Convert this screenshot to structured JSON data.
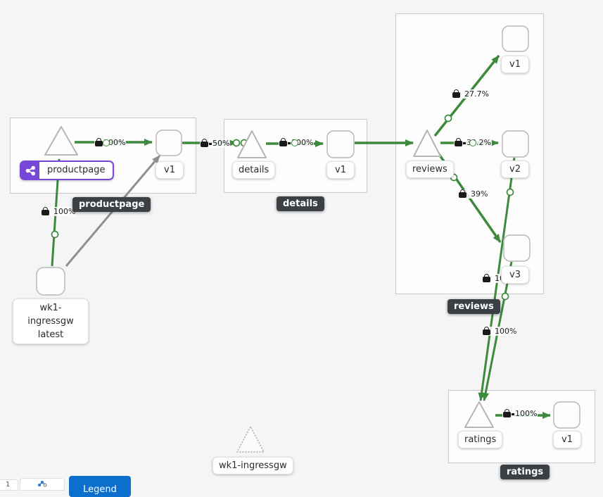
{
  "selected": {
    "label": "productpage"
  },
  "groups": {
    "productpage": {
      "badge": "productpage"
    },
    "details": {
      "badge": "details"
    },
    "reviews": {
      "badge": "reviews"
    },
    "ratings": {
      "badge": "ratings"
    }
  },
  "nodes": {
    "productpage": {
      "label": "productpage",
      "type": "service"
    },
    "productpage_v1": {
      "label": "v1",
      "type": "workload"
    },
    "details": {
      "label": "details",
      "type": "service"
    },
    "details_v1": {
      "label": "v1",
      "type": "workload"
    },
    "reviews": {
      "label": "reviews",
      "type": "service"
    },
    "reviews_v1": {
      "label": "v1",
      "type": "workload"
    },
    "reviews_v2": {
      "label": "v2",
      "type": "workload"
    },
    "reviews_v3": {
      "label": "v3",
      "type": "workload"
    },
    "ratings": {
      "label": "ratings",
      "type": "service"
    },
    "ratings_v1": {
      "label": "v1",
      "type": "workload"
    },
    "ingress": {
      "label_line1": "wk1-ingressgw",
      "label_line2": "latest",
      "type": "workload"
    },
    "ingress_service": {
      "label": "wk1-ingressgw",
      "type": "service-idle"
    }
  },
  "edge_labels": {
    "ingress_productpage": "100%",
    "productpage_v1": "100%",
    "ppv1_details": "50%",
    "details_v1": "100%",
    "reviews_v1": "27.7%",
    "reviews_v2": "33.2%",
    "reviews_v3": "39%",
    "v2_ratings": "100%",
    "v3_ratings": "100%",
    "ratings_v1": "100%"
  },
  "colors": {
    "edge_green": "#3d8a3d",
    "edge_gray": "#8f8f8f",
    "selected_purple": "#7747d8",
    "badge_bg": "#3b4045",
    "button_blue": "#0d6fcd"
  },
  "toolbar": {
    "legend_label": "Legend",
    "count_badge": "1"
  }
}
